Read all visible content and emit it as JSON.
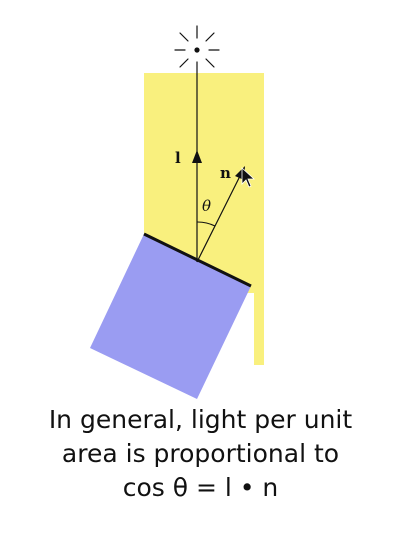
{
  "diagram": {
    "light_vector_label": "l",
    "normal_vector_label": "n",
    "angle_label": "θ"
  },
  "caption": {
    "line1": "In general, light per unit",
    "line2": "area is proportional to",
    "line3": "cos θ = l • n"
  },
  "colors": {
    "light_beam": "#f9f07e",
    "surface_block": "#9a9cf2",
    "lines": "#111111"
  }
}
